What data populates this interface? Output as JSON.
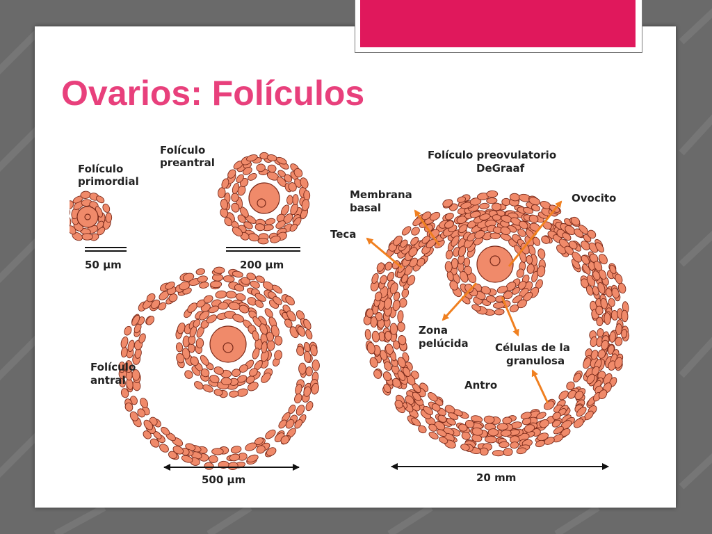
{
  "slide": {
    "title": "Ovarios: Folículos",
    "colors": {
      "title": "#e8407c",
      "accent_bar": "#e0185c",
      "cell_fill": "#f08a6a",
      "cell_stroke": "#7a2a1a",
      "arrow": "#f08020"
    }
  },
  "diagram": {
    "labels": {
      "primordial_line1": "Folículo",
      "primordial_line2": "primordial",
      "preantral_line1": "Folículo",
      "preantral_line2": "preantral",
      "antral_line1": "Folículo",
      "antral_line2": "antral",
      "preovulatory_line1": "Folículo preovulatorio",
      "preovulatory_line2": "DeGraaf",
      "membrana_line1": "Membrana",
      "membrana_line2": "basal",
      "teca": "Teca",
      "ovocito": "Ovocito",
      "zona_line1": "Zona",
      "zona_line2": "pelúcida",
      "granulosa_line1": "Células de la",
      "granulosa_line2": "granulosa",
      "antro": "Antro"
    },
    "scales": {
      "primordial": "50 μm",
      "preantral": "200 μm",
      "antral": "500 μm",
      "preovulatory": "20 mm"
    }
  }
}
